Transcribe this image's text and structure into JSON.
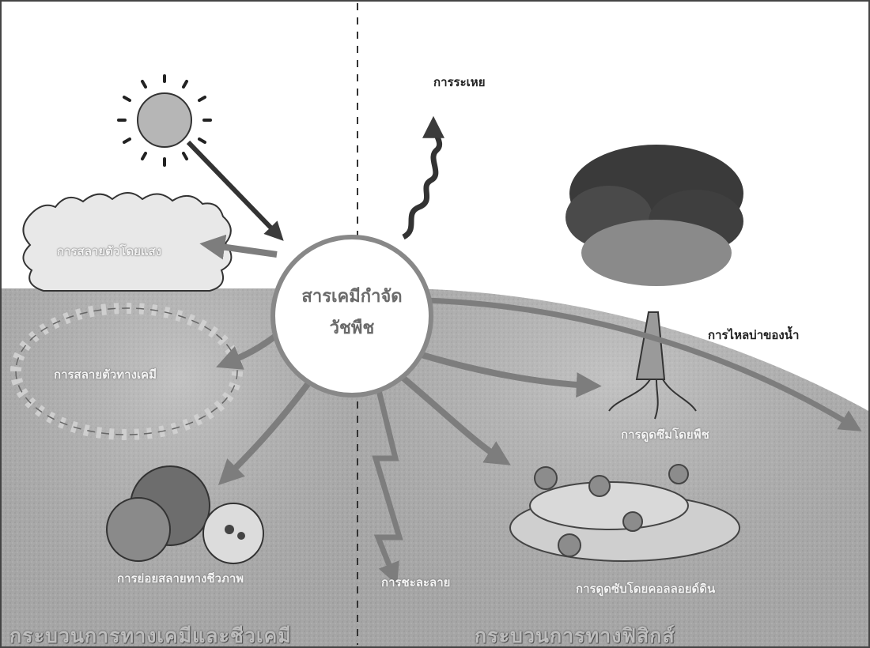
{
  "diagram": {
    "center": {
      "line1": "สารเคมีกำจัด",
      "line2": "วัชพืช"
    },
    "processes": {
      "volatilization": "การระเหย",
      "photodecomposition": "การสลายตัวโดยแสง",
      "chemical_decomposition": "การสลายตัวทางเคมี",
      "microbial_decomposition": "การย่อยสลายทางชีวภาพ",
      "leaching": "การชะละลาย",
      "colloid_adsorption": "การดูดซับโดยคอลลอยด์ดิน",
      "plant_uptake": "การดูดซึมโดยพืช",
      "runoff": "การไหลบ่าของน้ำ"
    },
    "sections": {
      "chemical_biochemical": "กระบวนการทางเคมีและชีวเคมี",
      "physical": "กระบวนการทางฟิสิกส์"
    },
    "colors": {
      "soil": "#b3b3b3",
      "soil_dark": "#8f8f8f",
      "arrow": "#7a7a7a",
      "tree_canopy": "#3a3a3a"
    },
    "icons": [
      "sun-icon",
      "cloud-icon",
      "tree-icon",
      "microbe-icon",
      "squiggle-arrow-icon",
      "lightning-arrow-icon"
    ]
  }
}
